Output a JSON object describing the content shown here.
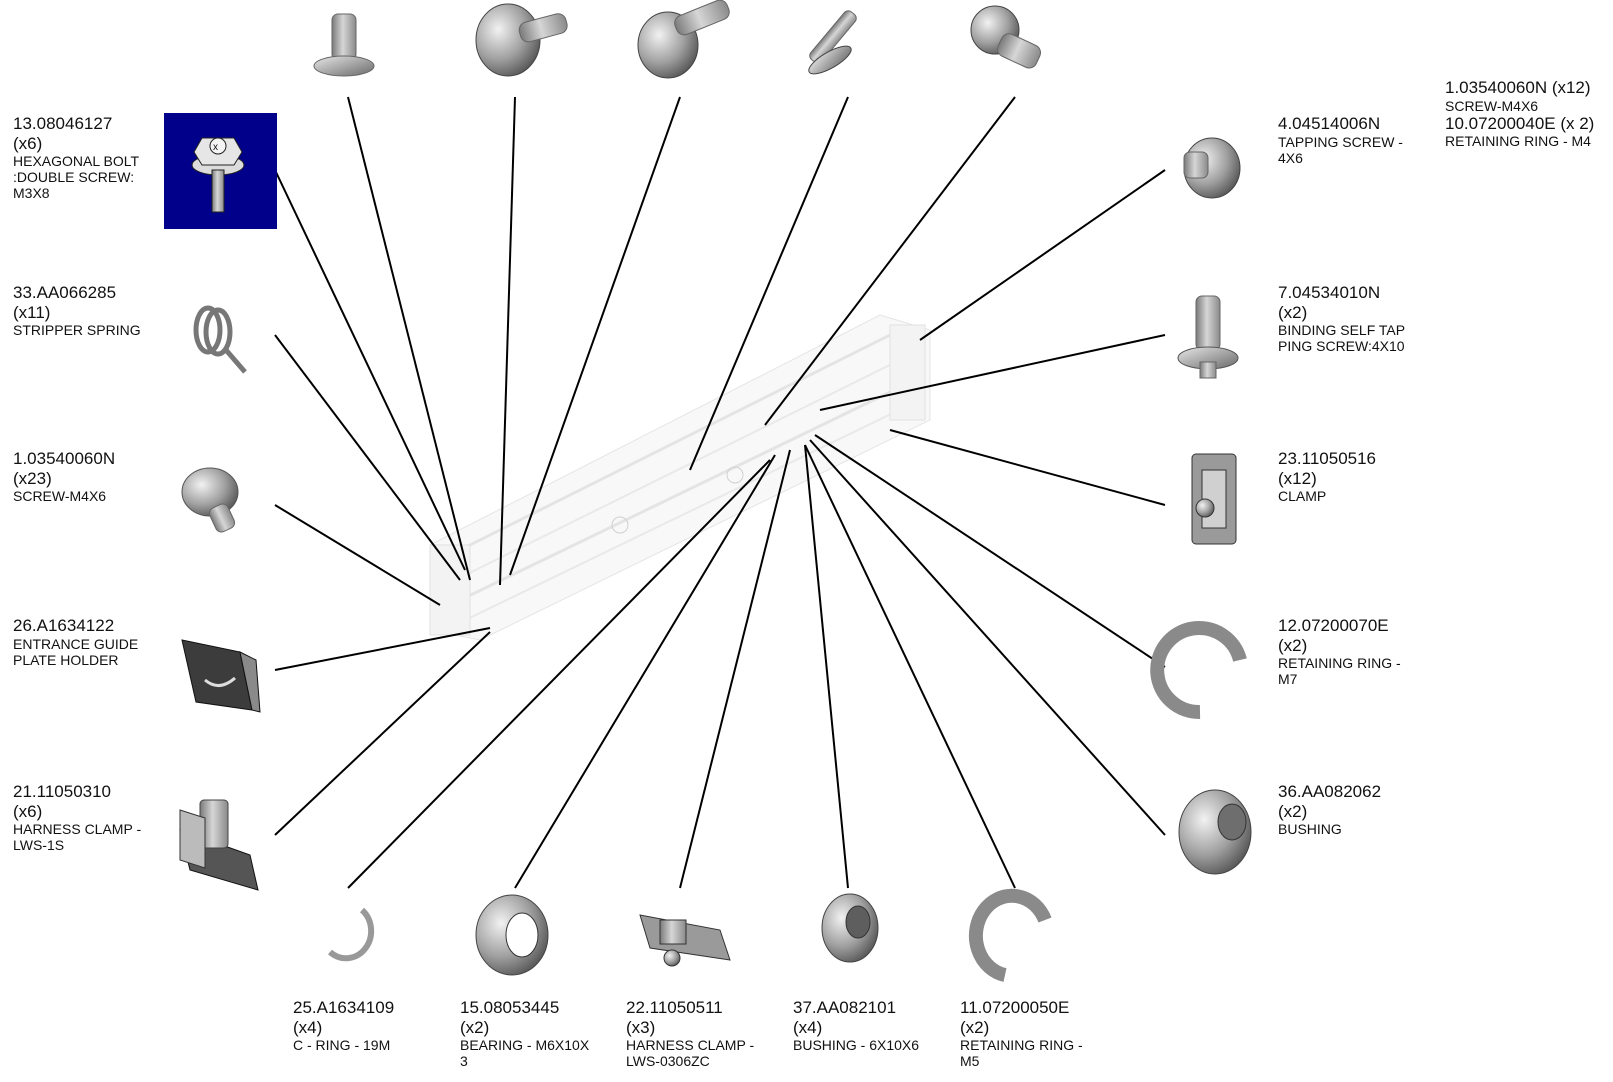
{
  "parts": [
    {
      "id": "p13",
      "part_no": "13.08046127",
      "qty": "(x6)",
      "desc": "HEXAGONAL BOLT",
      "desc2": ":DOUBLE SCREW:",
      "desc3": "M3X8"
    },
    {
      "id": "p33",
      "part_no": "33.AA066285",
      "qty": "(x11)",
      "desc": "STRIPPER SPRING"
    },
    {
      "id": "p1",
      "part_no": "1.03540060N",
      "qty": "(x23)",
      "desc": "SCREW-M4X6"
    },
    {
      "id": "p26",
      "part_no": "26.A1634122",
      "qty": "",
      "desc": "ENTRANCE GUIDE",
      "desc2": " PLATE HOLDER"
    },
    {
      "id": "p21",
      "part_no": "21.11050310",
      "qty": "(x6)",
      "desc": "HARNESS CLAMP -",
      "desc2": " LWS-1S"
    },
    {
      "id": "p25",
      "part_no": "25.A1634109",
      "qty": "(x4)",
      "desc": "C - RING - 19M"
    },
    {
      "id": "p15",
      "part_no": "15.08053445",
      "qty": "(x2)",
      "desc": "BEARING - M6X10X",
      "desc2": "3"
    },
    {
      "id": "p22",
      "part_no": "22.11050511",
      "qty": "(x3)",
      "desc": "HARNESS CLAMP -",
      "desc2": " LWS-0306ZC"
    },
    {
      "id": "p37",
      "part_no": "37.AA082101",
      "qty": "(x4)",
      "desc": "BUSHING - 6X10X6"
    },
    {
      "id": "p11",
      "part_no": "11.07200050E",
      "qty": "(x2)",
      "desc": "RETAINING RING -",
      "desc2": "M5"
    },
    {
      "id": "p4",
      "part_no": "4.04514006N",
      "qty": "",
      "desc": "TAPPING SCREW -",
      "desc2": " 4X6"
    },
    {
      "id": "p7",
      "part_no": "7.04534010N",
      "qty": "(x2)",
      "desc": "BINDING SELF TAP",
      "desc2": "PING SCREW:4X10"
    },
    {
      "id": "p23",
      "part_no": "23.11050516",
      "qty": "(x12)",
      "desc": "CLAMP"
    },
    {
      "id": "p12",
      "part_no": "12.07200070E",
      "qty": "(x2)",
      "desc": "RETAINING RING -",
      "desc2": "M7"
    },
    {
      "id": "p36",
      "part_no": "36.AA082062",
      "qty": "(x2)",
      "desc": "BUSHING"
    }
  ],
  "top_right": {
    "line1": "1.03540060N (x12)",
    "line2": "SCREW-M4X6",
    "line3": "10.07200040E (x 2)",
    "line4": "RETAINING RING - M4"
  }
}
